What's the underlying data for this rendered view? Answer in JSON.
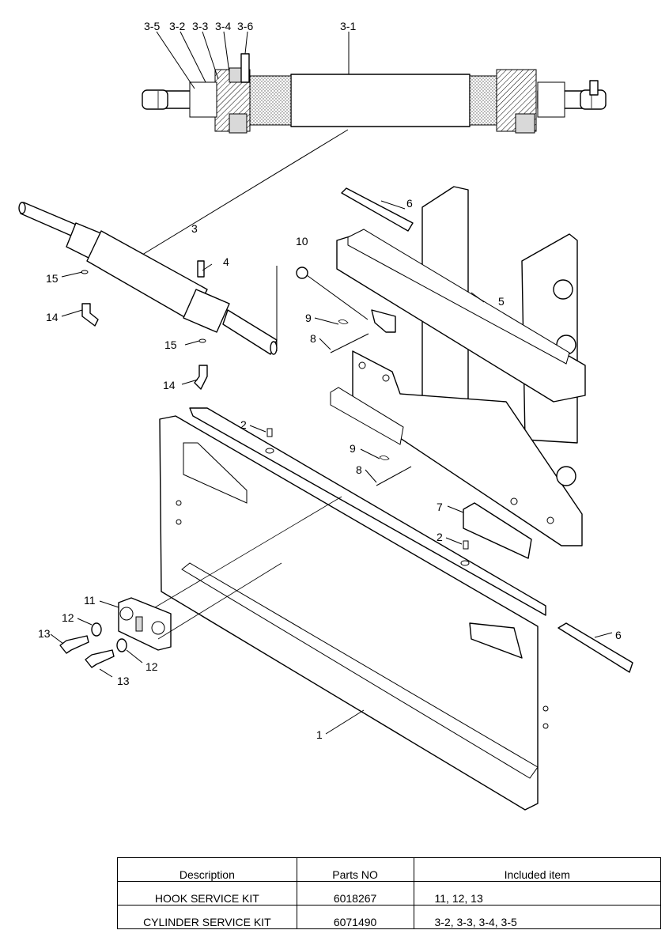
{
  "callouts": {
    "c3_5": "3-5",
    "c3_2": "3-2",
    "c3_3": "3-3",
    "c3_4": "3-4",
    "c3_6": "3-6",
    "c3_1": "3-1",
    "c3": "3",
    "c15a": "15",
    "c14a": "14",
    "c4": "4",
    "c15b": "15",
    "c14b": "14",
    "c10": "10",
    "c6a": "6",
    "c5": "5",
    "c9a": "9",
    "c8a": "8",
    "c2a": "2",
    "c9b": "9",
    "c8b": "8",
    "c7": "7",
    "c2b": "2",
    "c11": "11",
    "c12a": "12",
    "c13a": "13",
    "c12b": "12",
    "c13b": "13",
    "c6b": "6",
    "c1": "1"
  },
  "table": {
    "headers": [
      "Description",
      "Parts NO",
      "Included item"
    ],
    "rows": [
      {
        "description": "HOOK SERVICE KIT",
        "parts_no": "6018267",
        "included": "11, 12, 13"
      },
      {
        "description": "CYLINDER SERVICE KIT",
        "parts_no": "6071490",
        "included": "3-2, 3-3, 3-4, 3-5"
      }
    ]
  }
}
